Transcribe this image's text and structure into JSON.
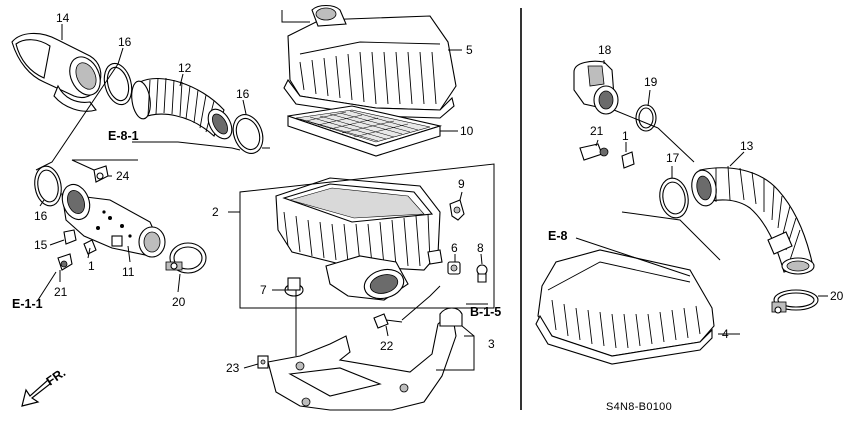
{
  "diagram": {
    "code": "S4N8-B0100",
    "front_label": "FR.",
    "refs": {
      "e81": "E-8-1",
      "e11": "E-1-1",
      "b15": "B-1-5",
      "e8": "E-8"
    },
    "callouts": {
      "n14": "14",
      "n16a": "16",
      "n12": "12",
      "n16b": "16",
      "n5": "5",
      "n10": "10",
      "n24": "24",
      "n16c": "16",
      "n2": "2",
      "n9": "9",
      "n15": "15",
      "n1a": "1",
      "n11": "11",
      "n21a": "21",
      "n20a": "20",
      "n6": "6",
      "n8": "8",
      "n7": "7",
      "n22": "22",
      "n3": "3",
      "n23": "23",
      "n18": "18",
      "n19": "19",
      "n21b": "21",
      "n1b": "1",
      "n17": "17",
      "n13": "13",
      "n4": "4",
      "n20b": "20"
    }
  }
}
